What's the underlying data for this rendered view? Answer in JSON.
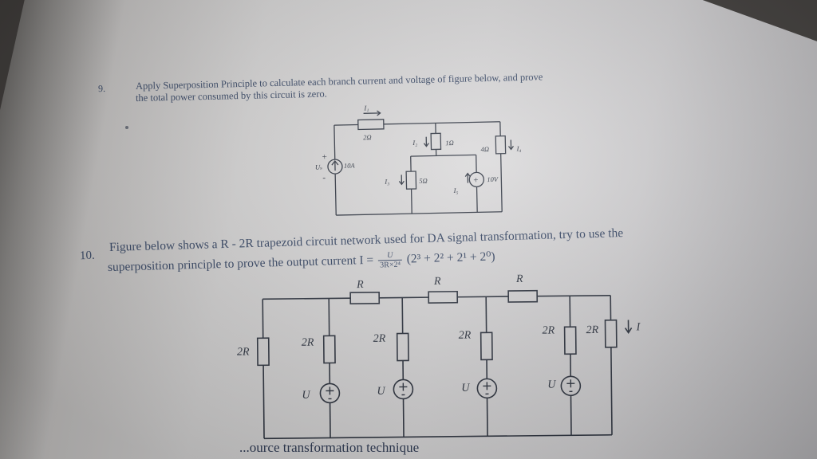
{
  "q9": {
    "number": "9.",
    "line1": "Apply Superposition Principle to calculate each branch current and voltage of figure below, and prove",
    "line2": "the total power consumed by this circuit is zero.",
    "labels": {
      "i_top": "I₁",
      "r_2": "2Ω",
      "i_2": "I₂",
      "r_1": "1Ω",
      "r_4": "4Ω",
      "i_4": "I₄",
      "u_s": "Uₛ",
      "plus": "+",
      "minus": "-",
      "src_10a": "10A",
      "i_3": "I₃",
      "r_5": "5Ω",
      "src_10v": "10V",
      "i_5": "I₅"
    }
  },
  "q10": {
    "number": "10.",
    "line1": "Figure below shows a R - 2R trapezoid circuit network used for DA signal transformation, try to use the",
    "line2_prefix": "superposition principle to prove the output current  I =",
    "frac_num": "U",
    "frac_den": "3R×2⁴",
    "line2_suffix": "(2³ + 2² + 2¹ + 2⁰)",
    "labels": {
      "r_top_1": "R",
      "r_top_2": "R",
      "r_top_3": "R",
      "r_2r_1": "2R",
      "r_2r_2": "2R",
      "r_2r_3": "2R",
      "r_2r_4": "2R",
      "r_2r_5": "2R",
      "r_2r_6": "2R",
      "u_1": "U",
      "u_2": "U",
      "u_3": "U",
      "u_4": "U",
      "output_i": "I"
    }
  },
  "footer": {
    "partial_text": "...ource transformation technique"
  }
}
